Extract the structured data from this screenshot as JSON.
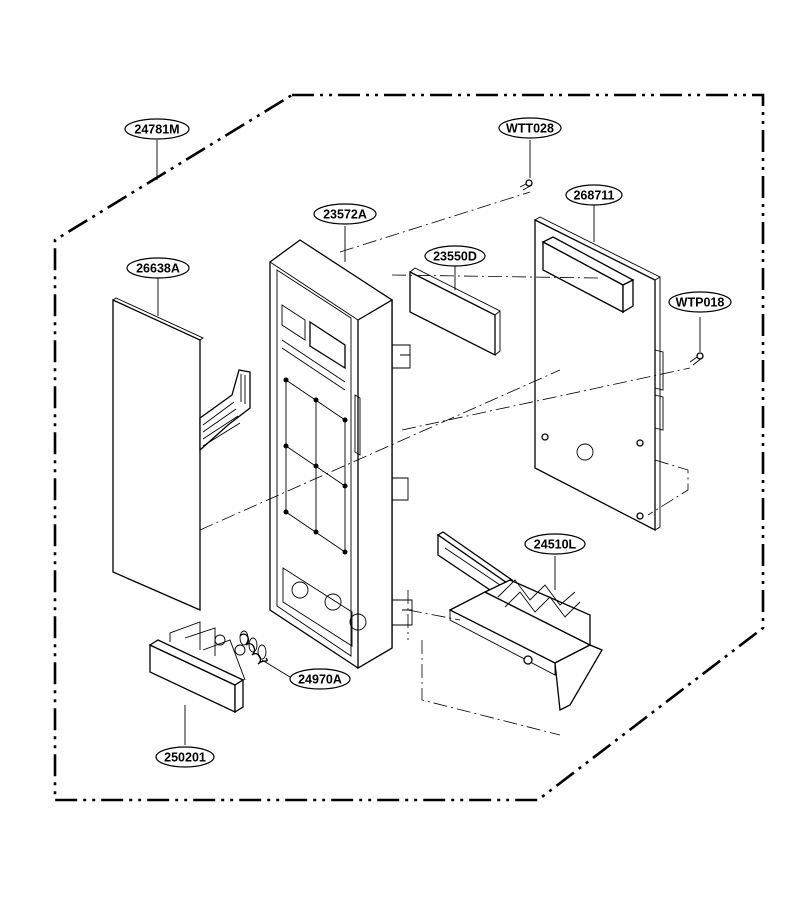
{
  "diagram": {
    "parts": [
      {
        "id": "frame",
        "label": "24781M"
      },
      {
        "id": "screw-top",
        "label": "WTT028"
      },
      {
        "id": "control-panel",
        "label": "23572A"
      },
      {
        "id": "pcb",
        "label": "268711"
      },
      {
        "id": "membrane",
        "label": "26638A"
      },
      {
        "id": "window",
        "label": "23550D"
      },
      {
        "id": "screw-right",
        "label": "WTP018"
      },
      {
        "id": "latch-lever",
        "label": "24510L"
      },
      {
        "id": "spring",
        "label": "24970A"
      },
      {
        "id": "button",
        "label": "250201"
      }
    ]
  }
}
